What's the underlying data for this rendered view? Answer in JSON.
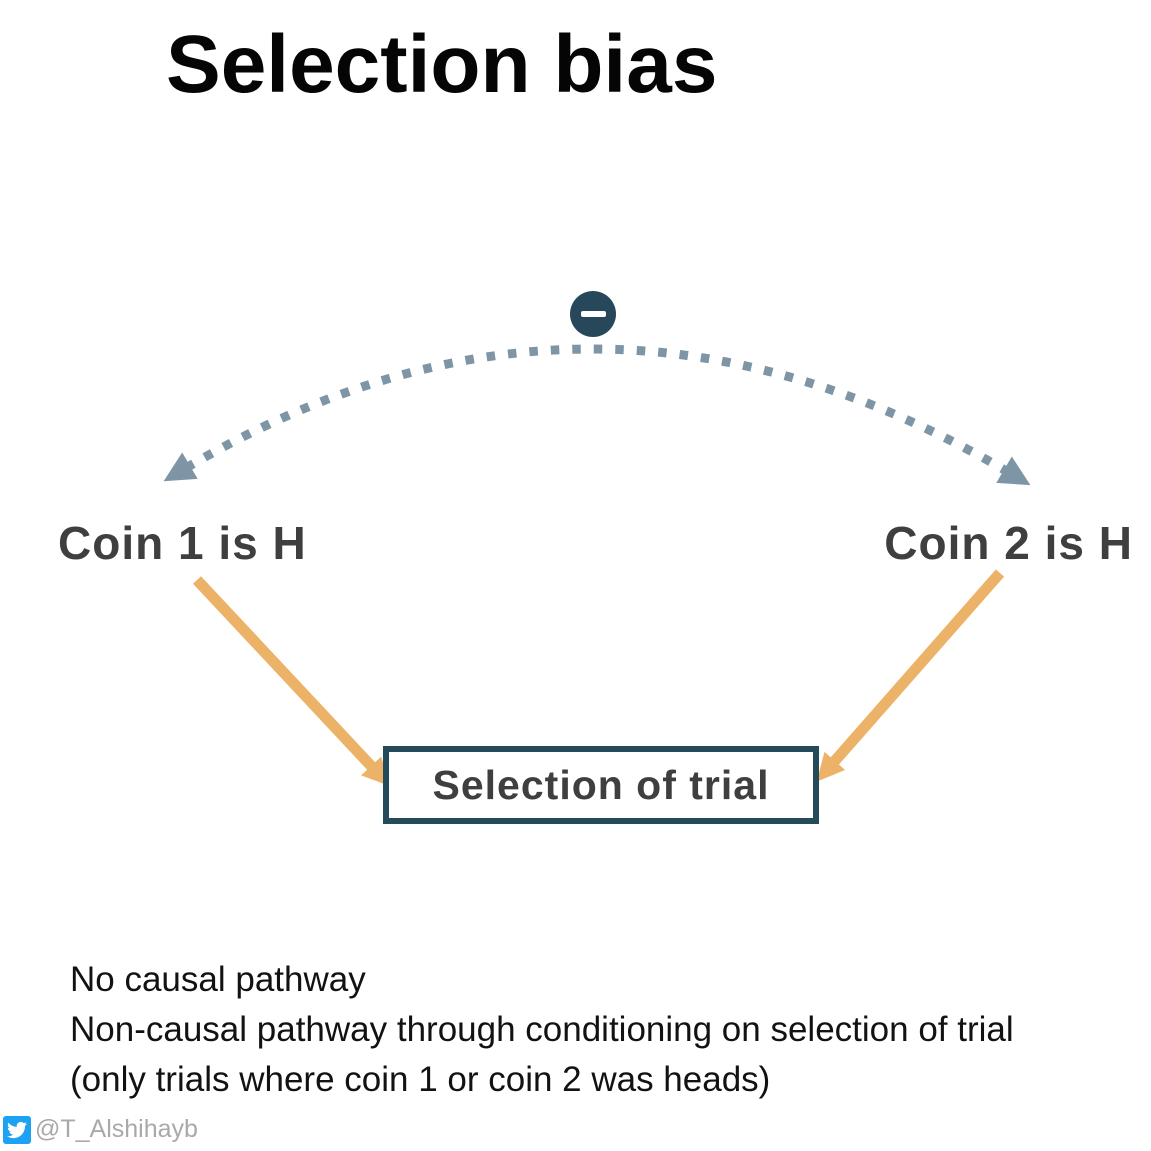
{
  "title": "Selection bias",
  "diagram": {
    "arc_badge_icon": "minus-icon",
    "left_node": "Coin 1 is H",
    "right_node": "Coin 2 is H",
    "box_label": "Selection of trial",
    "colors": {
      "dashed_arc": "#7E95A6",
      "causal_arrow": "#ECB368",
      "badge_and_box_border": "#27485A",
      "node_text": "#3F3F3F"
    }
  },
  "notes": {
    "lines": [
      "No causal pathway",
      "Non-causal pathway through conditioning on selection of trial",
      "(only trials where coin 1 or coin 2 was heads)"
    ]
  },
  "footer": {
    "icon": "twitter-icon",
    "icon_color": "#1DA1F2",
    "handle": "@T_Alshihayb"
  }
}
